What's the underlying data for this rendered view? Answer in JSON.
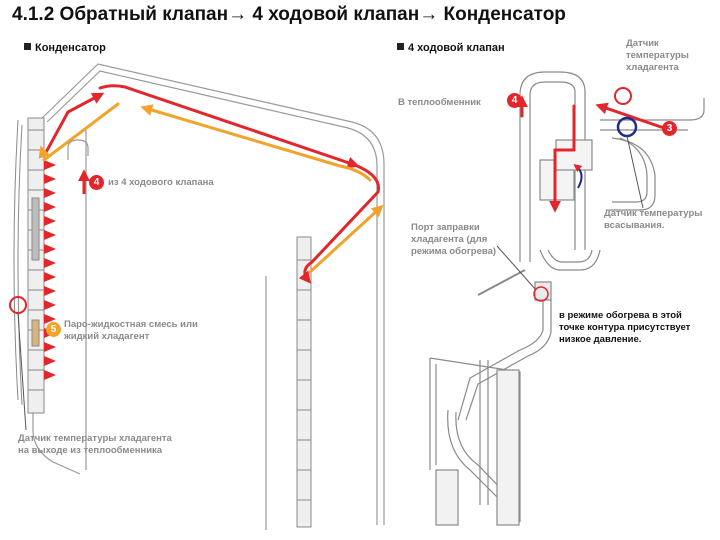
{
  "title": "4.1.2 Обратный клапан→ 4 ходовой клапан→ Конденсатор",
  "sections": {
    "condenser": "Конденсатор",
    "four_way": "4 ходовой клапан"
  },
  "labels": {
    "from_valve": "из 4 ходового клапана",
    "mixture_1": "Паро-жидкостная смесь или",
    "mixture_2": "жидкий хладагент",
    "outlet_sensor_1": "Датчик температуры хладагента",
    "outlet_sensor_2": "на выходе из теплообменника",
    "to_hx": "В теплообменник",
    "ref_sensor_1": "Датчик",
    "ref_sensor_2": "температуры",
    "ref_sensor_3": "хладагента",
    "suction_sensor_1": "Датчик температуры",
    "suction_sensor_2": "всасывания.",
    "port_1": "Порт заправки",
    "port_2": "хладагента (для",
    "port_3": "режима обогрева)",
    "note_1": "в режиме обогрева в этой",
    "note_2": "точке контура присутствует",
    "note_3": "низкое давление."
  },
  "badges": {
    "b4_left": "4",
    "b5_left": "5",
    "b4_right": "4",
    "b3_right": "3"
  },
  "colors": {
    "hot_flow": "#e3262b",
    "cool_flow": "#f2a32b",
    "sensor_ring_red": "#e3262b",
    "sensor_ring_blue": "#1f2a8c",
    "line_art": "#9a9a9a"
  },
  "icons": {
    "section_marker": "square-bullet",
    "flow_arrow": "arrow-icon",
    "sensor_marker": "circle-ring"
  }
}
